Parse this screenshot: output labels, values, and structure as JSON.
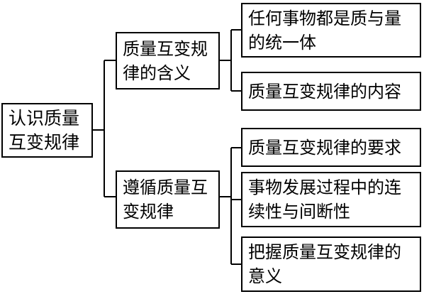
{
  "root": {
    "label": "认识质量互变规律"
  },
  "branches": [
    {
      "label": "质量互变规律的含义",
      "children": [
        {
          "label": "任何事物都是质与量的统一体"
        },
        {
          "label": "质量互变规律的内容"
        }
      ]
    },
    {
      "label": "遵循质量互变规律",
      "children": [
        {
          "label": "质量互变规律的要求"
        },
        {
          "label": "事物发展过程中的连续性与间断性"
        },
        {
          "label": "把握质量互变规律的意义"
        }
      ]
    }
  ],
  "colors": {
    "line": "#000000",
    "background": "#ffffff"
  }
}
